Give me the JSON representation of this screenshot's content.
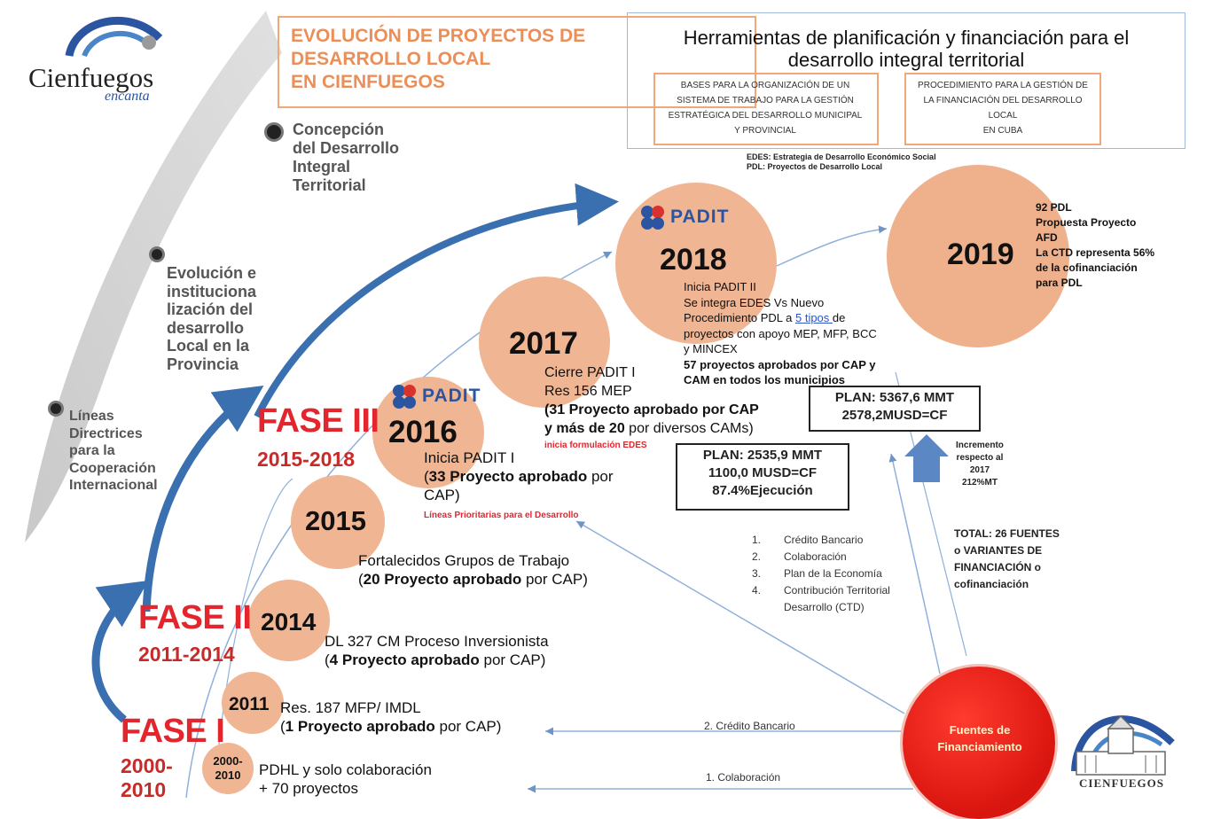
{
  "header": {
    "title_lines": [
      "EVOLUCIÓN DE PROYECTOS DE",
      "DESARROLLO LOCAL",
      "EN CIENFUEGOS"
    ],
    "tools_title_lines": [
      "Herramientas de planificación y financiación para el",
      "desarrollo integral territorial"
    ],
    "tool1_lines": [
      "BASES PARA LA ORGANIZACIÓN DE UN",
      "SISTEMA DE TRABAJO PARA LA GESTIÓN",
      "ESTRATÉGICA DEL DESARROLLO MUNICIPAL",
      "Y PROVINCIAL"
    ],
    "tool2_lines": [
      "PROCEDIMIENTO PARA LA GESTIÓN DE",
      "LA FINANCIACIÓN DEL DESARROLLO",
      "LOCAL",
      "EN CUBA"
    ],
    "glossary_lines": [
      "EDES: Estrategia de Desarrollo Económico Social",
      "PDL: Proyectos de Desarrollo Local"
    ]
  },
  "logo": {
    "name": "Cienfuegos",
    "tagline": "encanta",
    "bottom_name": "CIENFUEGOS"
  },
  "colors": {
    "fase_red": "#e3262e",
    "circle": "#f0b592",
    "arrow_blue": "#3a6fb0",
    "orange_border": "#f3a678",
    "fuentes_red": "#e01b1b"
  },
  "phase_labels": {
    "concepcion": [
      "Concepción",
      "del Desarrollo",
      "Integral",
      "Territorial"
    ],
    "evolucion": [
      "Evolución e",
      "instituciona",
      "lización del",
      "desarrollo",
      "Local en la",
      "Provincia"
    ],
    "lineas": [
      "Líneas",
      "Directrices",
      "para la",
      "Cooperación",
      "Internacional"
    ]
  },
  "fases": [
    {
      "name": "FASE I",
      "range": [
        "2000-",
        "2010"
      ]
    },
    {
      "name": "FASE II",
      "range": [
        "2011-2014"
      ]
    },
    {
      "name": "FASE III",
      "range": [
        "2015-2018"
      ]
    }
  ],
  "years": {
    "y2000": {
      "label": [
        "2000-",
        "2010"
      ],
      "lines": [
        "PDHL y solo colaboración",
        "+ 70 proyectos"
      ]
    },
    "y2011": {
      "label": "2011",
      "line1": "Res. 187 MFP/ IMDL",
      "line2_pre": "(",
      "line2_bold": "1 Proyecto aprobado",
      "line2_post": " por CAP)"
    },
    "y2014": {
      "label": "2014",
      "line1": "DL 327 CM Proceso Inversionista",
      "line2_pre": "(",
      "line2_bold": "4 Proyecto aprobado",
      "line2_post": " por CAP)"
    },
    "y2015": {
      "label": "2015",
      "line1": "Fortalecidos Grupos de Trabajo",
      "line2_pre": "(",
      "line2_bold": "20 Proyecto aprobado",
      "line2_post": " por CAP)",
      "note": "Líneas Prioritarias para el Desarrollo"
    },
    "y2016": {
      "label": "2016",
      "line1": "Inicia PADIT I",
      "line2_pre": "(",
      "line2_bold": "33 Proyecto aprobado",
      "line2_post": " por",
      "line3": "CAP)",
      "note": "inicia formulación EDES"
    },
    "y2017": {
      "label": "2017",
      "line1": "Cierre PADIT I",
      "line2": "Res 156 MEP",
      "line3_bold": "(31 Proyecto aprobado por CAP",
      "line4_bold": "y más de 20",
      "line4_post": " por diversos CAMs)"
    },
    "y2018": {
      "label": "2018",
      "lines_pre": [
        "Inicia PADIT II",
        "Se integra EDES Vs Nuevo"
      ],
      "line_proc_pre": "Procedimiento PDL a ",
      "line_proc_link": "5 tipos ",
      "line_proc_post": "de",
      "lines_post": [
        "proyectos con apoyo MEP, MFP, BCC",
        "y MINCEX"
      ],
      "lines_bold": [
        "57 proyectos aprobados por CAP y",
        "CAM en todos los municipios"
      ]
    },
    "y2019": {
      "label": "2019",
      "lines": [
        "92 PDL",
        "Propuesta Proyecto",
        "AFD",
        "La CTD representa 56%",
        "de la cofinanciación",
        "para PDL"
      ]
    }
  },
  "padit_label": "PADIT",
  "plans": {
    "plan2016": [
      "PLAN: 2535,9 MMT",
      "1100,0 MUSD=CF",
      "87.4%Ejecución"
    ],
    "plan2018": [
      "PLAN: 5367,6 MMT",
      "2578,2MUSD=CF"
    ]
  },
  "increment_lines": [
    "Incremento",
    "respecto al",
    "2017",
    "212%MT"
  ],
  "sources_list": [
    {
      "num": "1.",
      "text": "Crédito Bancario"
    },
    {
      "num": "2.",
      "text": "Colaboración"
    },
    {
      "num": "3.",
      "text": "Plan de la Economía"
    },
    {
      "num": "4.",
      "text": "Contribución Territorial"
    },
    {
      "num": "",
      "text": "Desarrollo (CTD)"
    }
  ],
  "total_sources_lines": [
    "TOTAL: 26 FUENTES",
    "o VARIANTES DE",
    "FINANCIACIÓN o",
    "cofinanciación"
  ],
  "fuentes_lines": [
    "Fuentes de",
    "Financiamiento"
  ],
  "arrow_labels": {
    "credito": "2. Crédito Bancario",
    "colaboracion": "1. Colaboración"
  }
}
